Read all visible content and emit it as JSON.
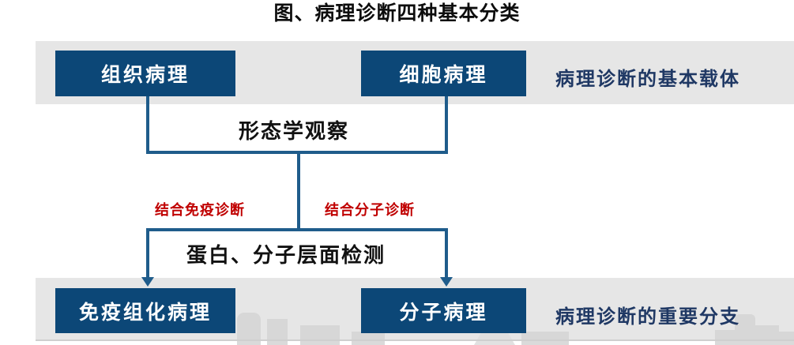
{
  "title": "图、病理诊断四种基本分类",
  "colors": {
    "box_fill": "#0c4777",
    "box_text": "#ffffff",
    "band": "#e6e6e6",
    "connector": "#1f5c8b",
    "caption_text": "#1f3864",
    "red_label": "#c00000",
    "mid_text": "#111111",
    "page_bg": "#ffffff"
  },
  "top_row": {
    "box_left_label": "组织病理",
    "box_right_label": "细胞病理",
    "caption": "病理诊断的基本载体"
  },
  "bottom_row": {
    "box_left_label": "免疫组化病理",
    "box_right_label": "分子病理",
    "caption": "病理诊断的重要分支"
  },
  "middle": {
    "upper_text": "形态学观察",
    "lower_text": "蛋白、分子层面检测"
  },
  "branch_labels": {
    "left": "结合免疫诊断",
    "right": "结合分子诊断"
  }
}
